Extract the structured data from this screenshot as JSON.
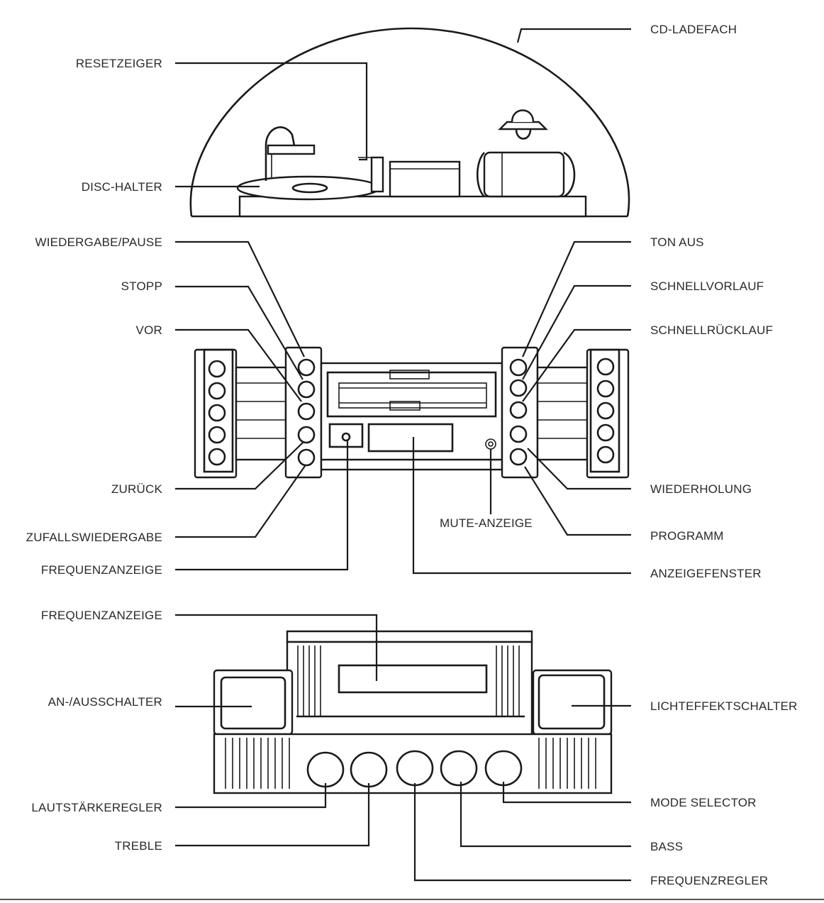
{
  "labels": {
    "cd_ladefach": "CD-LADEFACH",
    "resetzeiger": "RESETZEIGER",
    "disc_halter": "DISC-HALTER",
    "wiedergabe_pause": "WIEDERGABE/PAUSE",
    "stopp": "STOPP",
    "vor": "VOR",
    "zurueck": "ZURÜCK",
    "zufallswiedergabe": "ZUFALLSWIEDERGABE",
    "frequenzanzeige_1": "FREQUENZANZEIGE",
    "ton_aus": "TON AUS",
    "schnellvorlauf": "SCHNELLVORLAUF",
    "schnellruecklauf": "SCHNELLRÜCKLAUF",
    "wiederholung": "WIEDERHOLUNG",
    "mute_anzeige": "MUTE-ANZEIGE",
    "programm": "PROGRAMM",
    "anzeigefenster": "ANZEIGEFENSTER",
    "frequenzanzeige_2": "FREQUENZANZEIGE",
    "an_ausschalter": "AN-/AUSSCHALTER",
    "lichteffektschalter": "LICHTEFFEKTSCHALTER",
    "lautstaerkeregler": "LAUTSTÄRKEREGLER",
    "treble": "TREBLE",
    "mode_selector": "MODE SELECTOR",
    "bass": "BASS",
    "frequenzregler": "FREQUENZREGLER"
  }
}
